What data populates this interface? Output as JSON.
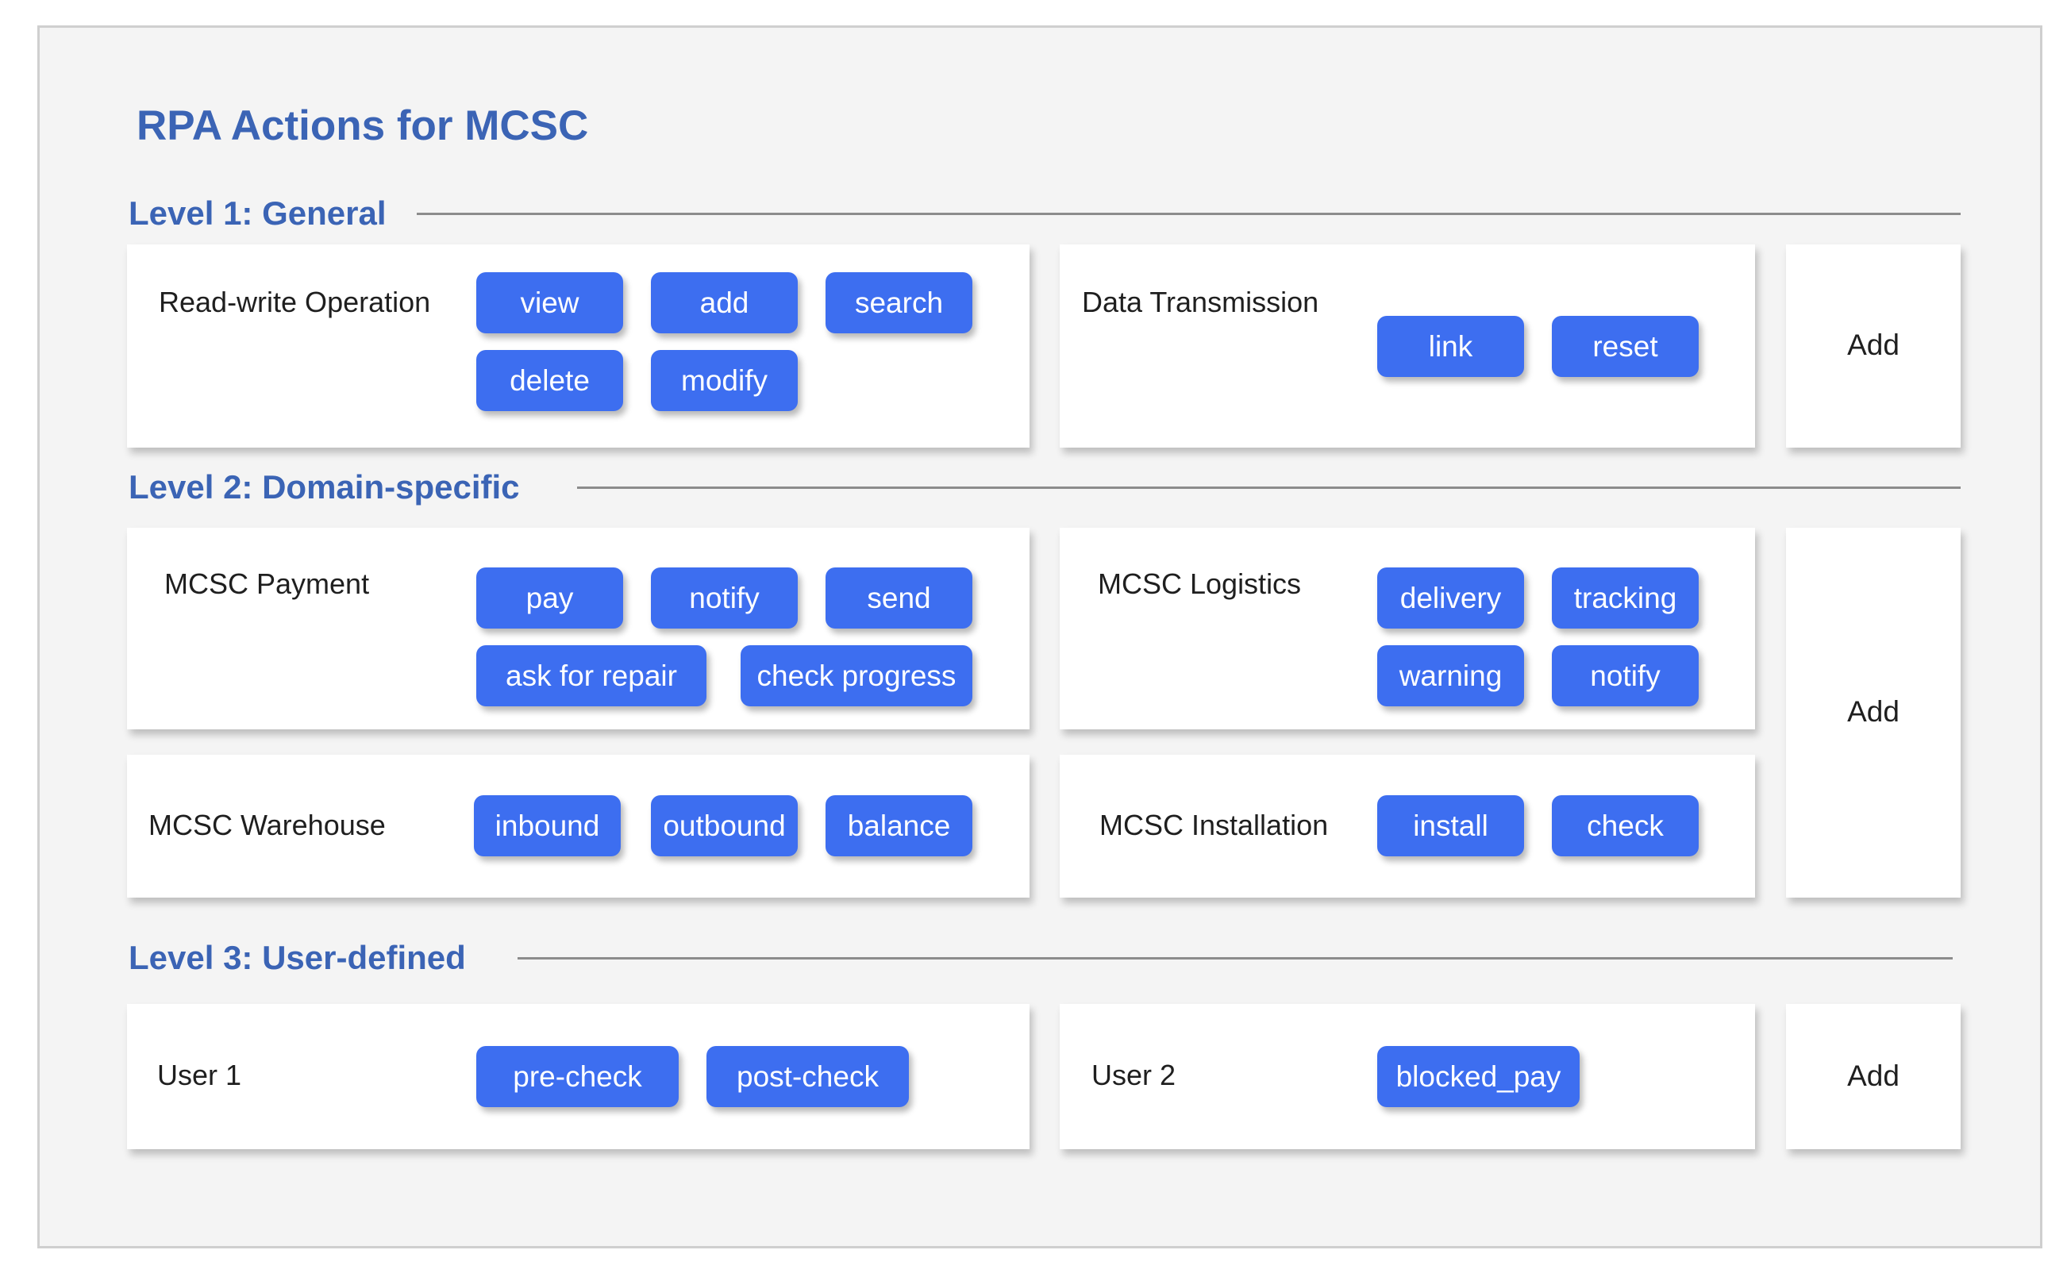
{
  "title": "RPA Actions for MCSC",
  "colors": {
    "accent": "#3b64b5",
    "chip": "#3d6ef0"
  },
  "levels": [
    {
      "title": "Level 1: General",
      "groups": [
        {
          "label": "Read-write Operation",
          "actions": [
            "view",
            "add",
            "search",
            "delete",
            "modify"
          ]
        },
        {
          "label": "Data Transmission",
          "actions": [
            "link",
            "reset"
          ]
        }
      ],
      "add_label": "Add"
    },
    {
      "title": "Level 2: Domain-specific",
      "groups": [
        {
          "label": "MCSC Payment",
          "actions": [
            "pay",
            "notify",
            "send",
            "ask for repair",
            "check progress"
          ]
        },
        {
          "label": "MCSC Logistics",
          "actions": [
            "delivery",
            "tracking",
            "warning",
            "notify"
          ]
        },
        {
          "label": "MCSC Warehouse",
          "actions": [
            "inbound",
            "outbound",
            "balance"
          ]
        },
        {
          "label": "MCSC Installation",
          "actions": [
            "install",
            "check"
          ]
        }
      ],
      "add_label": "Add"
    },
    {
      "title": "Level 3: User-defined",
      "groups": [
        {
          "label": "User 1",
          "actions": [
            "pre-check",
            "post-check"
          ]
        },
        {
          "label": "User 2",
          "actions": [
            "blocked_pay"
          ]
        }
      ],
      "add_label": "Add"
    }
  ]
}
